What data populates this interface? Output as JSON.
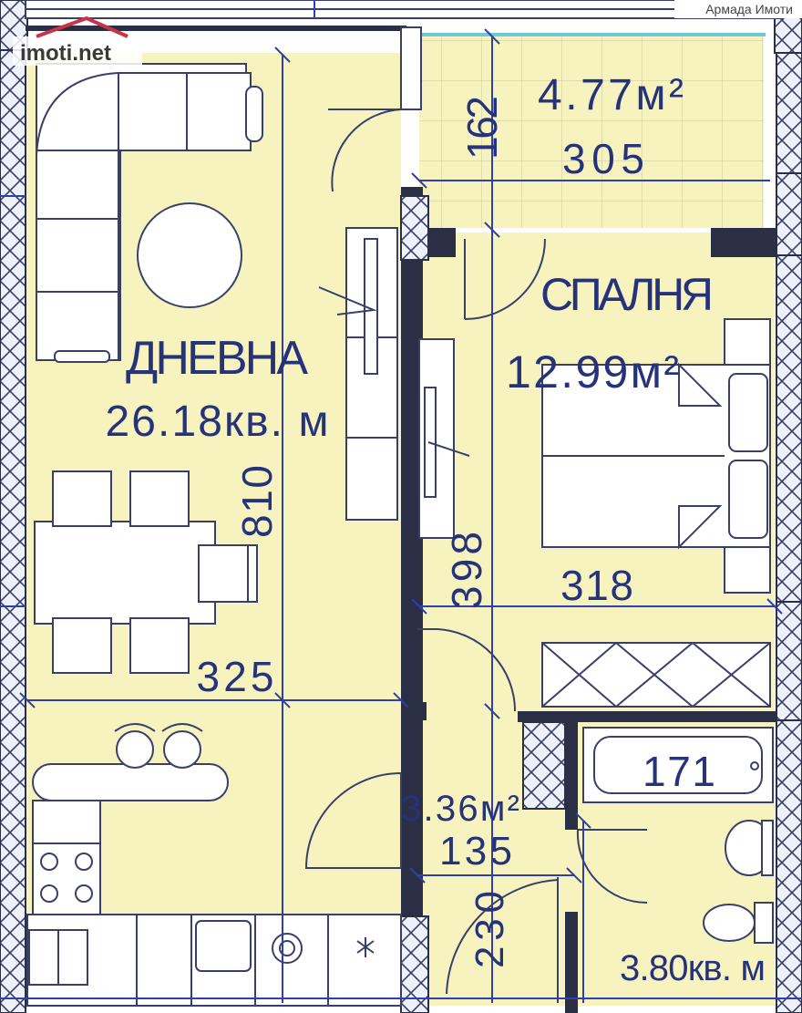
{
  "branding": {
    "site_logo_text": "imoti.net",
    "agency_watermark": "Армада Имоти"
  },
  "rooms": {
    "living": {
      "name": "ДНЕВНА",
      "area": "26.18кв. м"
    },
    "bedroom": {
      "name": "СПАЛНЯ",
      "area": "12.99м²"
    },
    "balcony": {
      "area": "4.77м²"
    },
    "hall": {
      "area": "3.36м²"
    },
    "bathroom": {
      "area": "3.80кв. м"
    }
  },
  "dimensions": {
    "balcony_depth": "162",
    "balcony_width": "305",
    "living_length": "810",
    "living_width": "325",
    "corridor_length": "398",
    "bedroom_width": "318",
    "bath_width": "171",
    "hall_width": "135",
    "hall_length": "230"
  },
  "colors": {
    "room_fill": "#f7f3bf",
    "wall": "#2b2f45",
    "dimension_line": "#2f3fb0",
    "label_text": "#26337a"
  }
}
